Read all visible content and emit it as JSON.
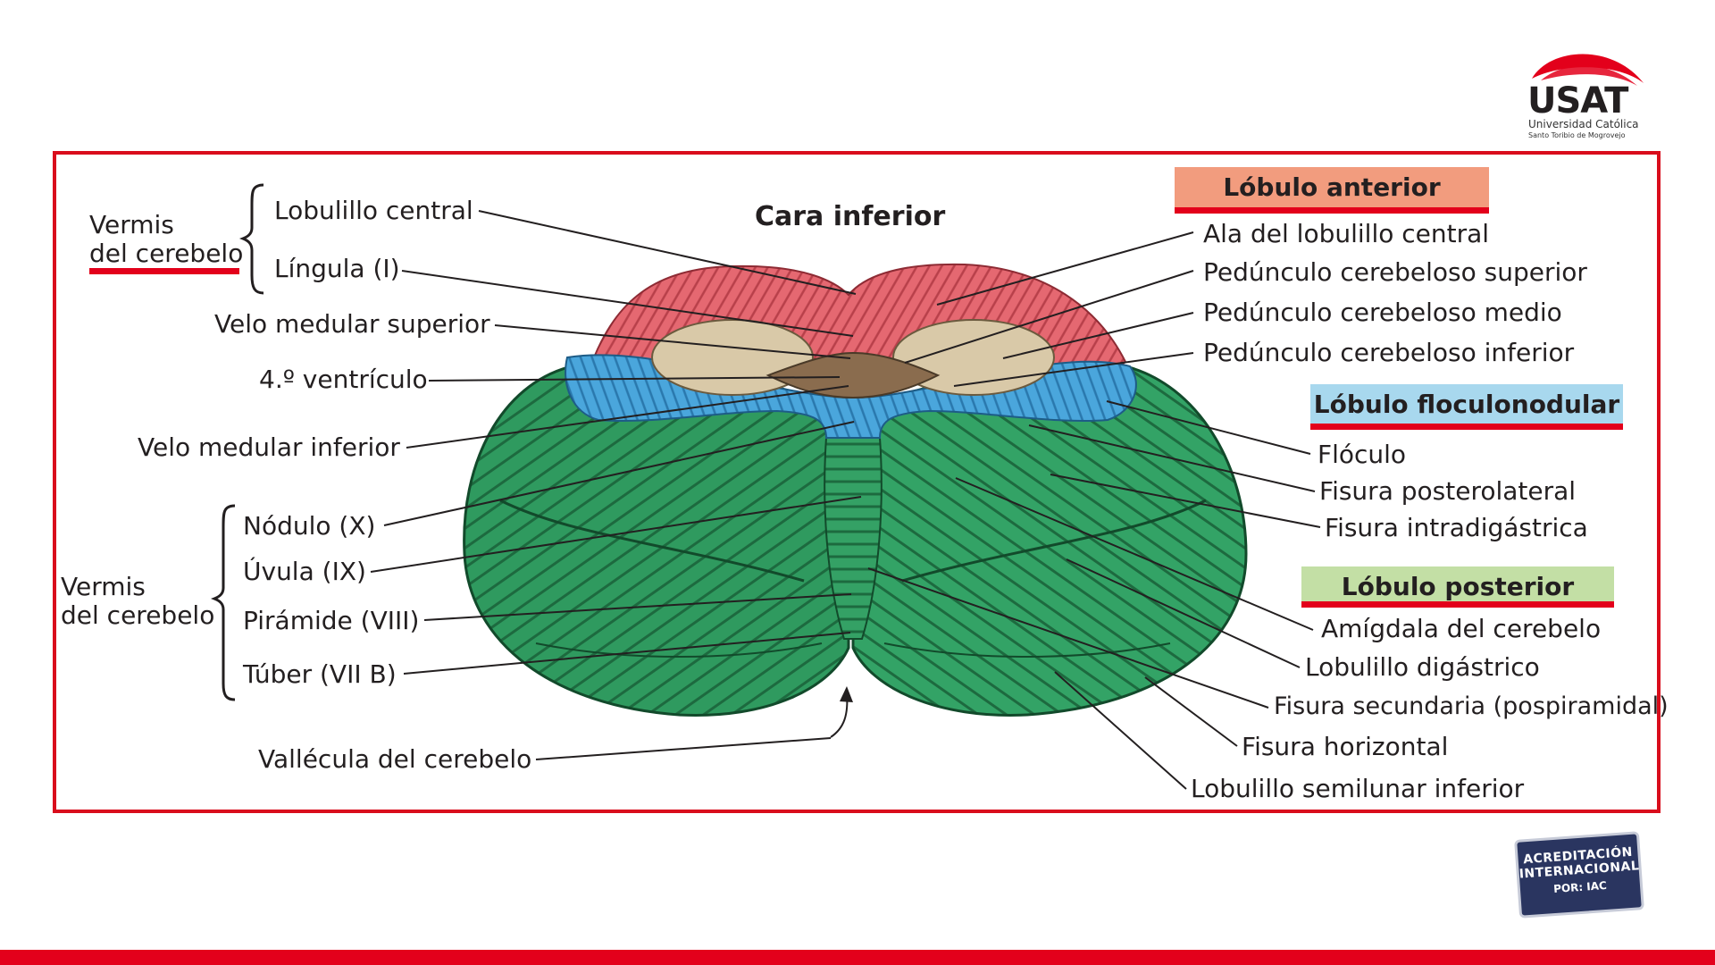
{
  "logo": {
    "name": "USAT",
    "subtitle1": "Universidad Católica",
    "subtitle2": "Santo Toribio de Mogrovejo"
  },
  "badge": {
    "line1": "ACREDITACIÓN",
    "line2": "INTERNACIONAL",
    "line3": "POR: IAC"
  },
  "title": "Cara inferior",
  "headers": {
    "anterior": "Lóbulo anterior",
    "floculonodular": "Lóbulo floculonodular",
    "posterior": "Lóbulo posterior"
  },
  "colors": {
    "frame": "#d90d1c",
    "underline": "#e3001b",
    "anterior_box": "#f29c7e",
    "floculonodular_box": "#a8d8ee",
    "posterior_box": "#c3dfa5",
    "anterior_lobe": "#e46670",
    "floculonodular_lobe": "#3e9fd6",
    "posterior_lobe": "#2e9a5e"
  },
  "left_labels": {
    "vermis_top_1": "Vermis",
    "vermis_top_2": "del cerebelo",
    "lobulillo_central": "Lobulillo central",
    "lingula": "Língula (I)",
    "velo_superior": "Velo medular superior",
    "ventriculo": "4.º ventrículo",
    "velo_inferior": "Velo medular inferior",
    "nodulo": "Nódulo (X)",
    "uvula": "Úvula (IX)",
    "piramide": "Pirámide (VIII)",
    "tuber": "Túber (VII B)",
    "vermis_bottom_1": "Vermis",
    "vermis_bottom_2": "del cerebelo",
    "vallecula": "Vallécula del cerebelo"
  },
  "right_labels": {
    "ala": "Ala del lobulillo central",
    "ped_superior": "Pedúnculo cerebeloso superior",
    "ped_medio": "Pedúnculo cerebeloso medio",
    "ped_inferior": "Pedúnculo cerebeloso inferior",
    "floculo": "Flóculo",
    "fisura_posterolateral": "Fisura posterolateral",
    "fisura_intradigastrica": "Fisura intradigástrica",
    "amigdala": "Amígdala del cerebelo",
    "digastrico": "Lobulillo digástrico",
    "fisura_secundaria": "Fisura secundaria (pospiramidal)",
    "fisura_horizontal": "Fisura horizontal",
    "semilunar": "Lobulillo semilunar inferior"
  }
}
